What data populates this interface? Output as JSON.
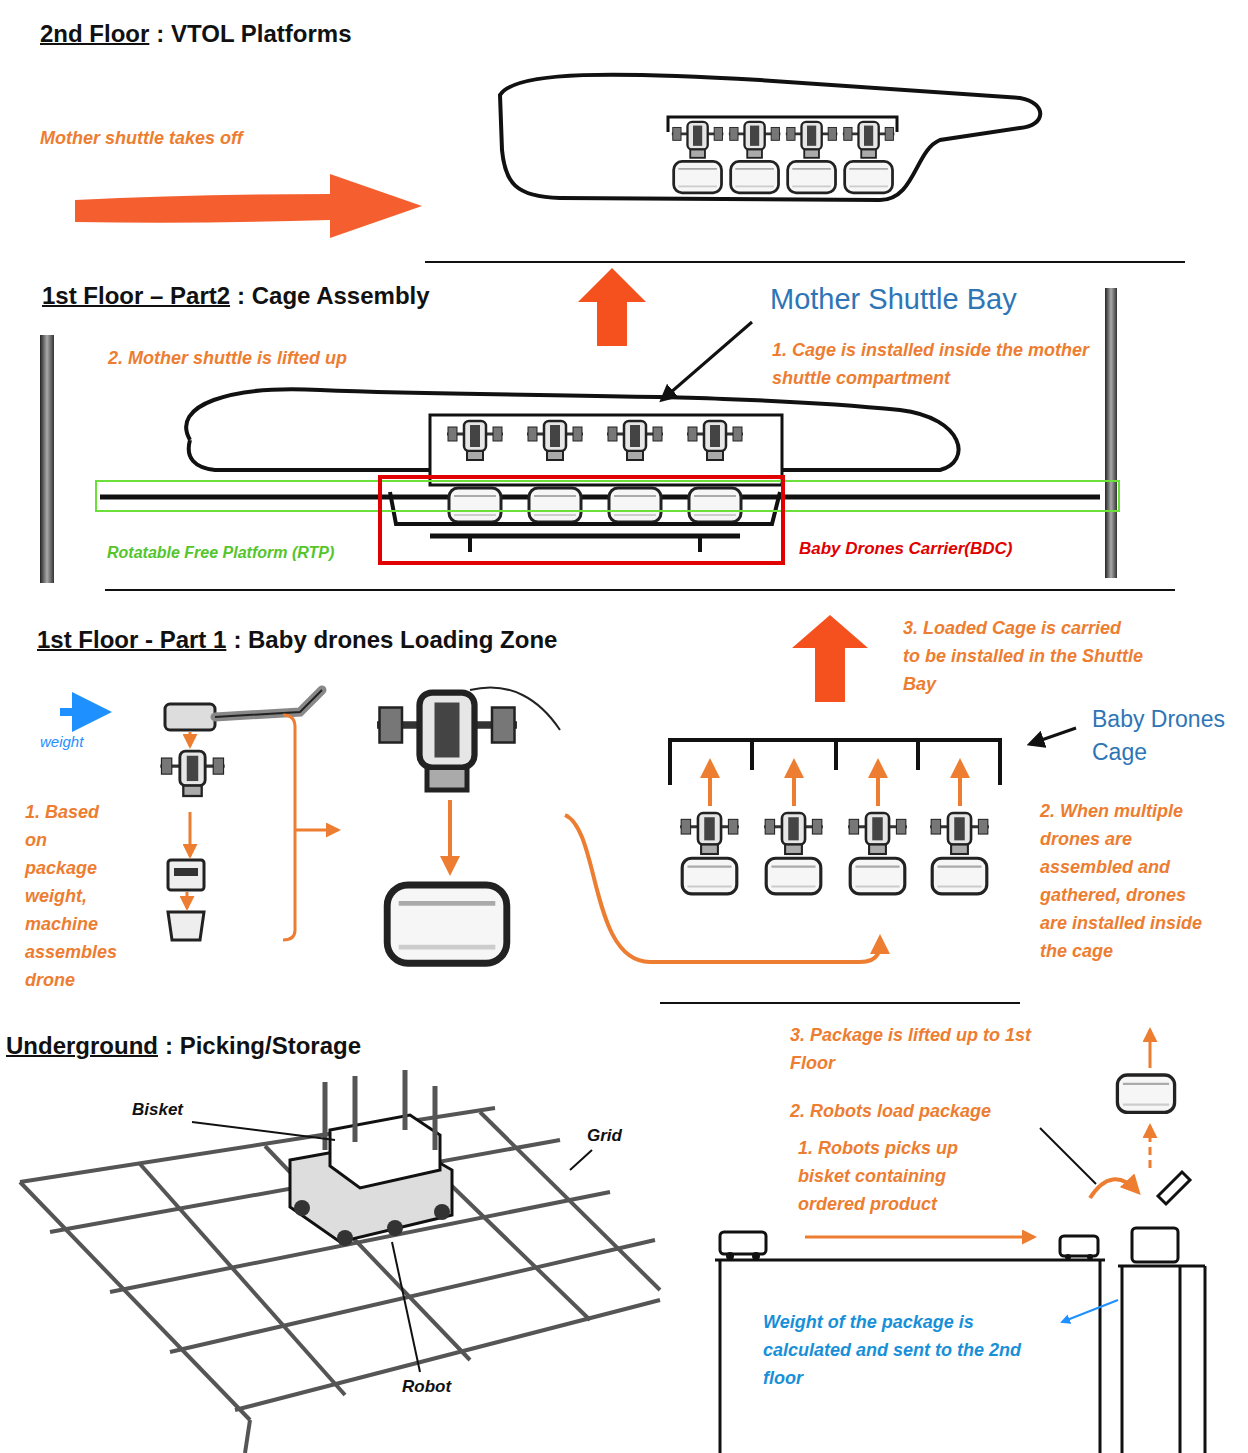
{
  "diagram": {
    "nodes": [
      {
        "text": [
          "2nd Floor",
          ": VTOL Platforms"
        ]
      },
      {
        "text": [
          "1st Floor – Part2",
          ": Cage Assembly"
        ]
      },
      {
        "text": [
          "Rotatable Free Platform (RTP)"
        ],
        "in": 1
      },
      {
        "text": [
          "Baby Drones Carrier(BDC)"
        ],
        "in": 1
      },
      {
        "text": [
          "1st Floor - Part 1",
          ": Baby drones Loading Zone"
        ]
      },
      {
        "text": [
          "Underground",
          ": Picking/Storage"
        ]
      }
    ],
    "labels": [
      "Mother shuttle takes off",
      "2. Mother shuttle is lifted up",
      "Mother Shuttle Bay",
      "1. Cage is installed inside the mother shuttle compartment",
      "weight",
      "1. Based on package weight, machine assembles drone",
      "3. Loaded Cage is carried to be installed in the Shuttle Bay",
      "Baby Drones Cage",
      "2. When multiple drones are assembled and gathered, drones are installed inside the cage",
      "Bisket",
      "Grid",
      "Robot",
      "3. Package is lifted up to 1st Floor",
      "2. Robots load package",
      "1. Robots picks up bisket containing ordered product",
      "Weight of the package is calculated and sent to the 2nd floor"
    ]
  }
}
